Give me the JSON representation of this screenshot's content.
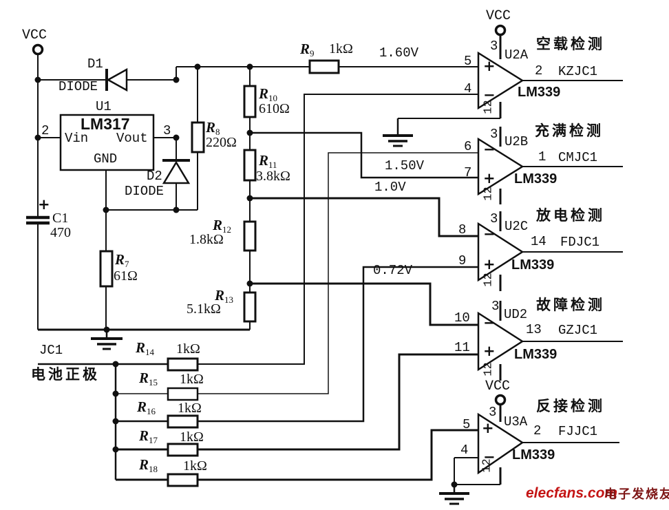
{
  "power": {
    "vcc_left": "VCC",
    "vcc_u2a": "VCC",
    "vcc_u3a": "VCC"
  },
  "regulator": {
    "ref": "U1",
    "part": "LM317",
    "pin_in_name": "Vin",
    "pin_out_name": "Vout",
    "pin_gnd_name": "GND",
    "pin_in_num": "2",
    "pin_out_num": "3"
  },
  "diodes": {
    "d1": {
      "ref": "D1",
      "type": "DIODE"
    },
    "d2": {
      "ref": "D2",
      "type": "DIODE"
    }
  },
  "capacitor": {
    "ref": "C1",
    "value": "470",
    "polarity": "+"
  },
  "resistors": {
    "r7": {
      "ref": "R",
      "sub": "7",
      "value": "61Ω"
    },
    "r8": {
      "ref": "R",
      "sub": "8",
      "value": "220Ω"
    },
    "r9": {
      "ref": "R",
      "sub": "9",
      "value": "1kΩ"
    },
    "r10": {
      "ref": "R",
      "sub": "10",
      "value": "610Ω"
    },
    "r11": {
      "ref": "R",
      "sub": "11",
      "value": "3.8kΩ"
    },
    "r12": {
      "ref": "R",
      "sub": "12",
      "value": "1.8kΩ"
    },
    "r13": {
      "ref": "R",
      "sub": "13",
      "value": "5.1kΩ"
    },
    "r14": {
      "ref": "R",
      "sub": "14",
      "value": "1kΩ"
    },
    "r15": {
      "ref": "R",
      "sub": "15",
      "value": "1kΩ"
    },
    "r16": {
      "ref": "R",
      "sub": "16",
      "value": "1kΩ"
    },
    "r17": {
      "ref": "R",
      "sub": "17",
      "value": "1kΩ"
    },
    "r18": {
      "ref": "R",
      "sub": "18",
      "value": "1kΩ"
    }
  },
  "nets": {
    "v_no_load": "1.60V",
    "v_full": "1.50V",
    "v_discharge": "1.0V",
    "v_fault": "0.72V",
    "input_ref": "JC1",
    "input_label": "电池正极"
  },
  "comparators": [
    {
      "id": "U2A",
      "part": "LM339",
      "function": "空载检测",
      "out_pin": "2",
      "out_net": "KZJC1",
      "in_top_pin": "5",
      "in_top_sign": "+",
      "in_bottom_pin": "4",
      "in_bottom_sign": "−",
      "vcc_pin": "3",
      "gnd_pin": "12"
    },
    {
      "id": "U2B",
      "part": "LM339",
      "function": "充满检测",
      "out_pin": "1",
      "out_net": "CMJC1",
      "in_top_pin": "6",
      "in_top_sign": "−",
      "in_bottom_pin": "7",
      "in_bottom_sign": "+",
      "vcc_pin": "3",
      "gnd_pin": "12"
    },
    {
      "id": "U2C",
      "part": "LM339",
      "function": "放电检测",
      "out_pin": "14",
      "out_net": "FDJC1",
      "in_top_pin": "8",
      "in_top_sign": "−",
      "in_bottom_pin": "9",
      "in_bottom_sign": "+",
      "vcc_pin": "3",
      "gnd_pin": "12"
    },
    {
      "id": "UD2",
      "part": "LM339",
      "function": "故障检测",
      "out_pin": "13",
      "out_net": "GZJC1",
      "in_top_pin": "10",
      "in_top_sign": "−",
      "in_bottom_pin": "11",
      "in_bottom_sign": "+",
      "vcc_pin": "3",
      "gnd_pin": "12"
    },
    {
      "id": "U3A",
      "part": "LM339",
      "function": "反接检测",
      "out_pin": "2",
      "out_net": "FJJC1",
      "in_top_pin": "5",
      "in_top_sign": "+",
      "in_bottom_pin": "4",
      "in_bottom_sign": "−",
      "vcc_pin": "3",
      "gnd_pin": "12"
    }
  ],
  "watermark": {
    "brand": "elecfans.com",
    "site_cn": "电子发烧友"
  }
}
